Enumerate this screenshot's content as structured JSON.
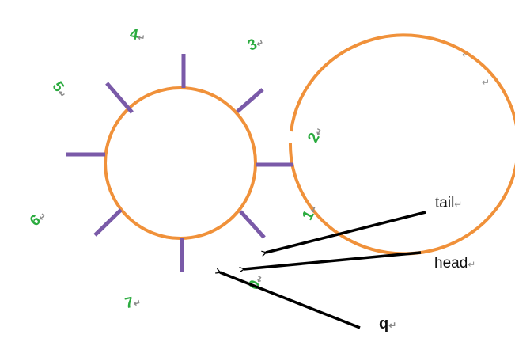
{
  "diagram": {
    "slots": [
      {
        "label": "0"
      },
      {
        "label": "1"
      },
      {
        "label": "2"
      },
      {
        "label": "3"
      },
      {
        "label": "4"
      },
      {
        "label": "5"
      },
      {
        "label": "6"
      },
      {
        "label": "7"
      }
    ],
    "pointers": [
      {
        "label": "tail",
        "style": "normal"
      },
      {
        "label": "head",
        "style": "normal"
      },
      {
        "label": "q",
        "style": "bold"
      }
    ],
    "paragraph_mark": "↵"
  },
  "colors": {
    "ring": "#f0913a",
    "divider": "#7a5aa8",
    "index_label": "#2bab3f",
    "arrow": "#000000"
  }
}
